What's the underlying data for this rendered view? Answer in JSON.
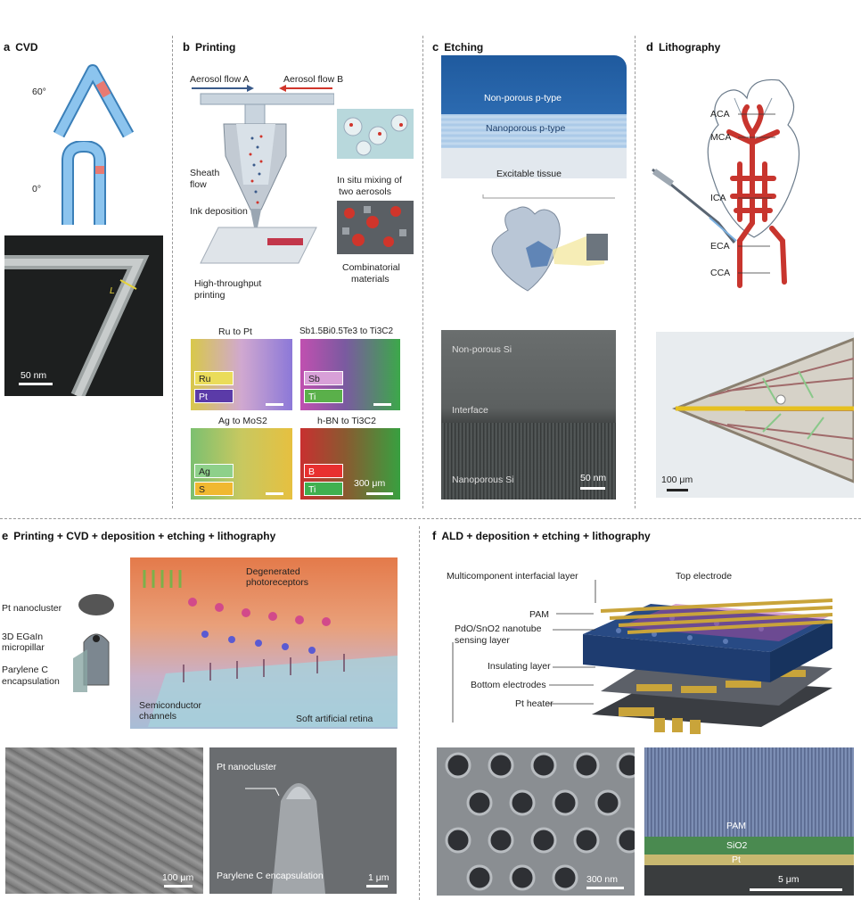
{
  "panels": {
    "a": {
      "letter": "a",
      "title": "CVD",
      "angle_top": "60°",
      "angle_bottom": "0°",
      "scale": "50 nm",
      "l_label": "L"
    },
    "b": {
      "letter": "b",
      "title": "Printing",
      "aerosol_a": "Aerosol flow A",
      "aerosol_b": "Aerosol flow B",
      "sheath": "Sheath",
      "sheath2": "flow",
      "ink": "Ink deposition",
      "mixing": "In situ mixing of",
      "mixing2": "two aerosols",
      "combi": "Combinatorial",
      "combi2": "materials",
      "htp": "High-throughput",
      "htp2": "printing",
      "maps": [
        {
          "title": "Ru to Pt",
          "top": "Ru",
          "bottom": "Pt"
        },
        {
          "title": "Sb1.5Bi0.5Te3 to Ti3C2",
          "top": "Sb",
          "bottom": "Ti"
        },
        {
          "title": "Ag to MoS2",
          "top": "Ag",
          "bottom": "S"
        },
        {
          "title": "h-BN to Ti3C2",
          "top": "B",
          "bottom": "Ti"
        }
      ],
      "map_scale": "300 μm"
    },
    "c": {
      "letter": "c",
      "title": "Etching",
      "layer1": "Non-porous p-type",
      "layer2": "Nanoporous p-type",
      "layer3": "Excitable tissue",
      "sem_top": "Non-porous Si",
      "sem_mid": "Interface",
      "sem_bottom": "Nanoporous Si",
      "scale": "50 nm"
    },
    "d": {
      "letter": "d",
      "title": "Lithography",
      "vessels": [
        "ACA",
        "MCA",
        "ICA",
        "ECA",
        "CCA"
      ],
      "scale": "100 μm"
    },
    "e": {
      "letter": "e",
      "title": "Printing + CVD + deposition + etching + lithography",
      "pt_nano": "Pt nanocluster",
      "egain1": "3D EGaIn",
      "egain2": "micropillar",
      "parylene1": "Parylene C",
      "parylene2": "encapsulation",
      "degen1": "Degenerated",
      "degen2": "photoreceptors",
      "semi1": "Semiconductor",
      "semi2": "channels",
      "retina": "Soft artificial retina",
      "sem1_scale": "100 μm",
      "sem2_label": "Pt nanocluster",
      "sem2_enc": "Parylene C encapsulation",
      "sem2_scale": "1 μm"
    },
    "f": {
      "letter": "f",
      "title": "ALD + deposition + etching + lithography",
      "multi": "Multicomponent interfacial layer",
      "top_el": "Top electrode",
      "pam": "PAM",
      "pdo1": "PdO/SnO2 nanotube",
      "pdo2": "sensing layer",
      "insul": "Insulating layer",
      "bottom_el": "Bottom electrodes",
      "heater": "Pt heater",
      "sem1_scale": "300 nm",
      "sem2_pam": "PAM",
      "sem2_sio": "SiO2",
      "sem2_pt": "Pt",
      "sem2_scale": "5 μm"
    }
  },
  "colors": {
    "tube": "#6fb0e0",
    "tube_dark": "#3a7fb8",
    "accent_red": "#d0352b",
    "vessel": "#c8352e",
    "gold": "#c9a43a"
  }
}
